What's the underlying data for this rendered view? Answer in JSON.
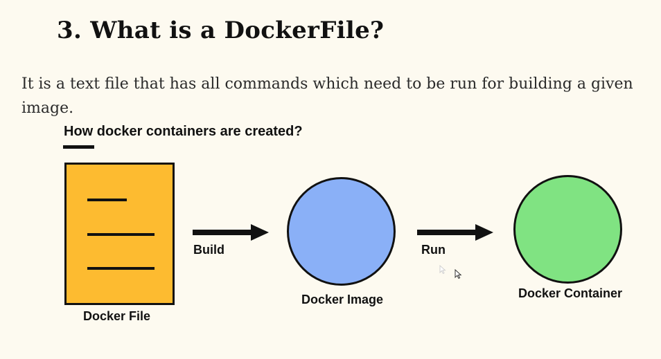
{
  "slide": {
    "title": "3. What is a DockerFile?",
    "body": "It is a text file that has all commands which need to be run for building a given image."
  },
  "diagram": {
    "heading": "How docker containers are created?",
    "nodes": {
      "file": {
        "label": "Docker File",
        "fill": "#fdbb30"
      },
      "image": {
        "label": "Docker Image",
        "fill": "#8ab0f7"
      },
      "container": {
        "label": "Docker Container",
        "fill": "#80e382"
      }
    },
    "edges": {
      "build": {
        "label": "Build"
      },
      "run": {
        "label": "Run"
      }
    }
  }
}
